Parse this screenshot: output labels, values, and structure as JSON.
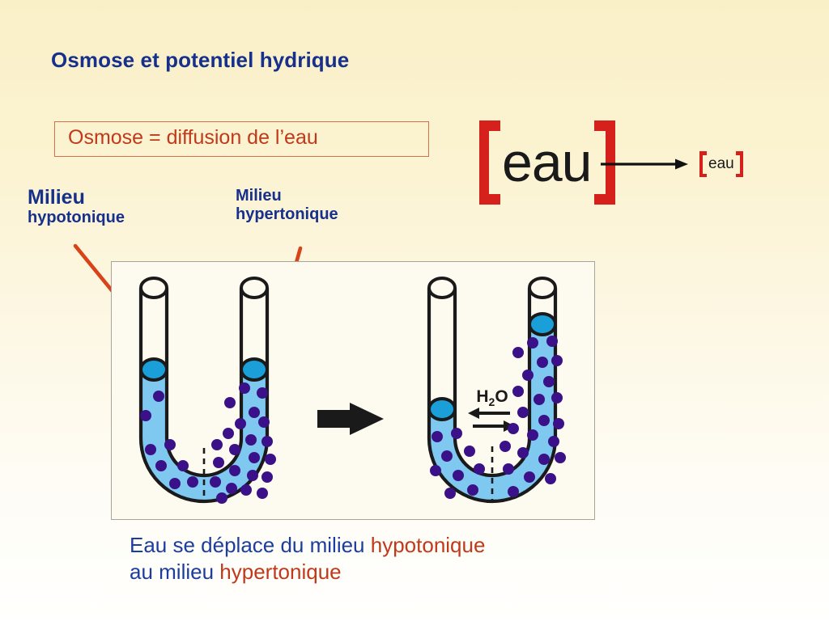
{
  "slide": {
    "title": "Osmose et potentiel hydrique",
    "background_top_color": "#faf0c8",
    "background_bottom_color": "#fffffd"
  },
  "definition": {
    "text": "Osmose = diffusion de l’eau",
    "text_color": "#c0391b",
    "border_color": "#d4704a"
  },
  "concentration": {
    "big_label": "eau",
    "small_label": "eau",
    "bracket_color": "#d6201c",
    "arrow_name": "conversion-arrow"
  },
  "labels": {
    "left": {
      "line1": "Milieu",
      "line2": "hypotonique"
    },
    "right": {
      "line1": "Milieu",
      "line2": "hypertonique"
    },
    "color": "#16308c",
    "pointer_color": "#d8431a"
  },
  "diagram": {
    "frame_border_color": "#a8a49c",
    "frame_fill_color": "#fdfaf0",
    "liquid_color": "#7fc8f0",
    "surface_color": "#1b9fd8",
    "solute_color": "#3a1188",
    "glass_outline_color": "#1a1a1a",
    "membrane_style": "dashed",
    "transition_arrow_name": "black-right-arrow",
    "water_label": "H",
    "water_label_sub": "2",
    "water_label_end": "O",
    "flow_arrows": [
      "left-flow-arrow",
      "right-flow-arrow"
    ],
    "left_tube": {
      "name": "u-tube-before",
      "left_arm_level": "equal",
      "right_arm_level": "equal",
      "solute_left_count": 8,
      "solute_right_count": 22
    },
    "right_tube": {
      "name": "u-tube-after",
      "left_arm_level": "low",
      "right_arm_level": "high",
      "solute_left_count": 9,
      "solute_right_count": 24
    }
  },
  "caption": {
    "line1_part1": "Eau se déplace du milieu ",
    "line1_highlight": "hypotonique",
    "line2_part1": "au milieu ",
    "line2_highlight": "hypertonique",
    "base_color": "#1c3d9c",
    "highlight_color": "#c0391b"
  }
}
